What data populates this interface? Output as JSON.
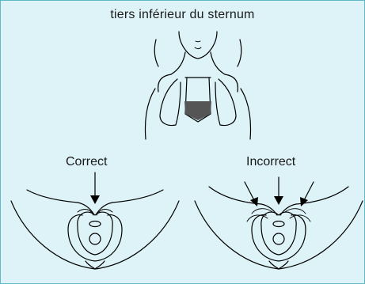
{
  "caption": "tiers inférieur du sternum",
  "labels": {
    "correct": "Correct",
    "incorrect": "Incorrect"
  },
  "colors": {
    "background": "#ddf3f7",
    "border": "#5fb9c9",
    "sternum_highlight": "#555555"
  },
  "icons": [
    "down-arrow-icon"
  ]
}
